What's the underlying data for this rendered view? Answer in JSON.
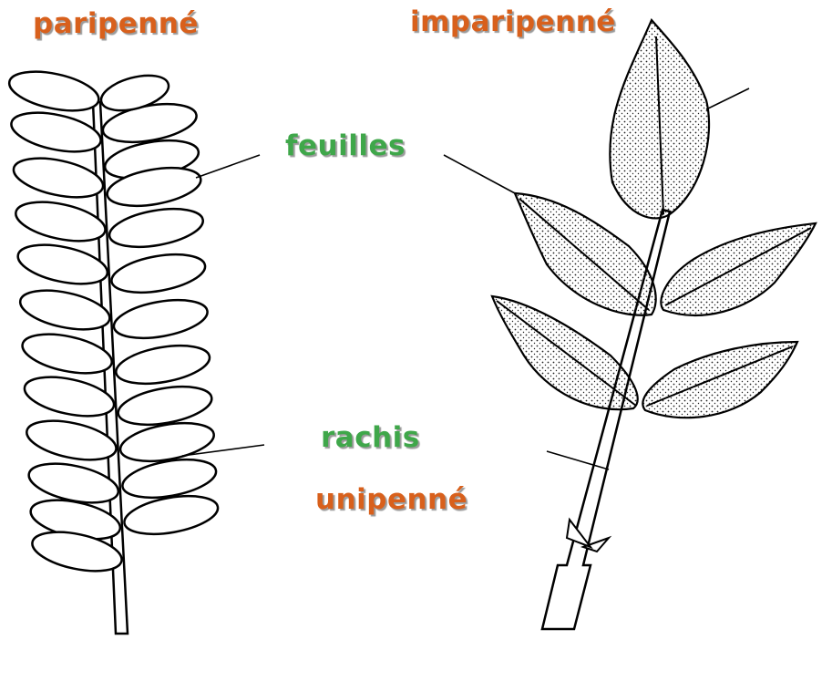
{
  "labels": {
    "paripenne": "paripenné",
    "imparipenne": "imparipenné",
    "feuilles": "feuilles",
    "rachis": "rachis",
    "unipenne": "unipenné"
  },
  "colors": {
    "type_label": "#d8601c",
    "part_label": "#3fa74a"
  }
}
